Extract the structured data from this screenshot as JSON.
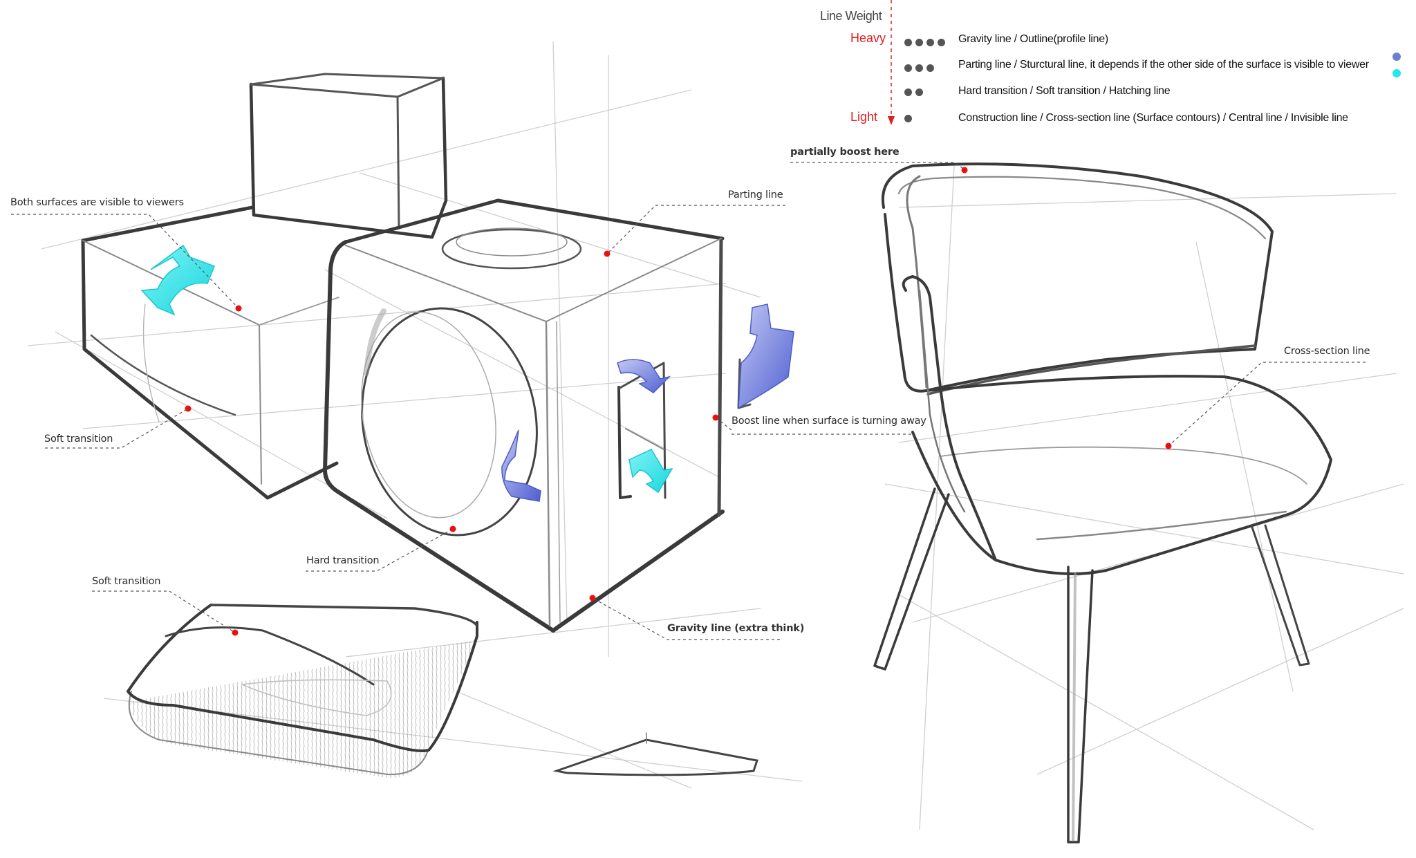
{
  "legend": {
    "title": "Line Weight",
    "heavy_label": "Heavy",
    "light_label": "Light",
    "axis_color": "#e02020",
    "rows": [
      {
        "dots": 4,
        "text": "Gravity line / Outline(profile line)"
      },
      {
        "dots": 3,
        "text": "Parting line / Sturctural line, it depends if the other side of the surface is visible to viewer"
      },
      {
        "dots": 2,
        "text": "Hard transition / Soft transition / Hatching line"
      },
      {
        "dots": 1,
        "text": "Construction line / Cross-section line (Surface contours) / Central line / Invisible line"
      }
    ],
    "swatches": [
      {
        "name": "blue-swatch",
        "color": "#6b7fd0"
      },
      {
        "name": "cyan-swatch",
        "color": "#20e8ec"
      }
    ]
  },
  "annotations": {
    "both_surfaces": "Both surfaces are visible to viewers",
    "soft_transition_left": "Soft transition",
    "parting_line": "Parting line",
    "boost_line": "Boost line when surface is turning away",
    "hard_transition": "Hard transition",
    "gravity_line": "Gravity line (extra think)",
    "soft_transition_cushion": "Soft transition",
    "partially_boost": "partially boost here",
    "cross_section": "Cross-section line"
  },
  "colors": {
    "marker_red": "#e81010",
    "arrow_cyan": "#3fe0e6",
    "arrow_blue": "#5a6ad8",
    "pencil_dark": "#3a3a3a",
    "pencil_light": "#c8c8c8"
  }
}
